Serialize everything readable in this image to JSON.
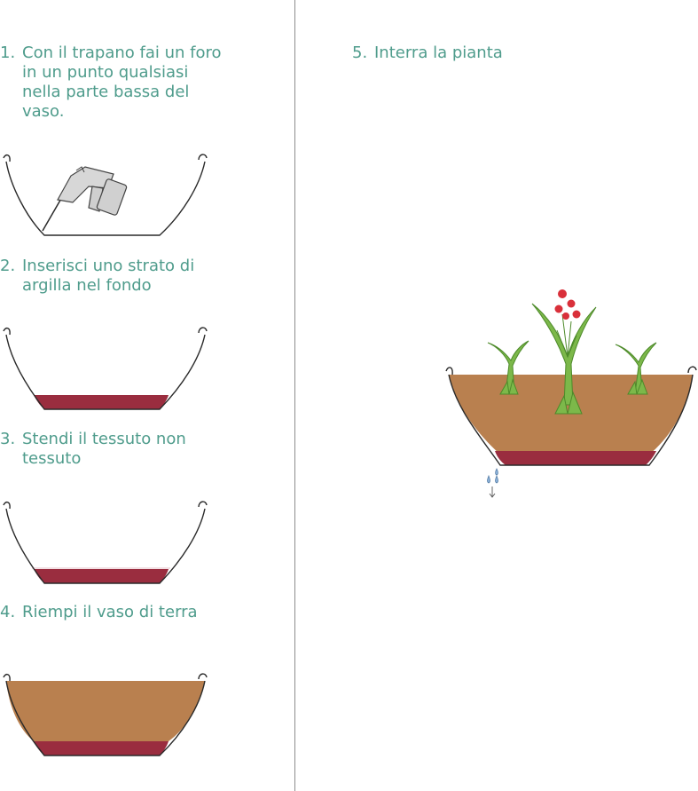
{
  "steps": [
    {
      "number": "1.",
      "text": "Con il trapano fai un foro\nin un punto qualsiasi\nnella parte bassa del\nvaso."
    },
    {
      "number": "2.",
      "text": "Inserisci uno strato di\nargilla nel fondo"
    },
    {
      "number": "3.",
      "text": "Stendi il tessuto non\ntessuto"
    },
    {
      "number": "4.",
      "text": "Riempi il vaso di terra"
    },
    {
      "number": "5.",
      "text": "Interra la pianta"
    }
  ],
  "colors": {
    "text": "#4f9c8c",
    "clay": "#9a2d3f",
    "soil": "#b9804f",
    "leaf": "#7cb84a",
    "flower": "#d9303a",
    "water": "#8ab0d8",
    "outline": "#2a2a2a"
  },
  "icons": [
    "drill-icon",
    "pot-icon",
    "plant-icon",
    "flower-icon",
    "water-drop-icon"
  ]
}
